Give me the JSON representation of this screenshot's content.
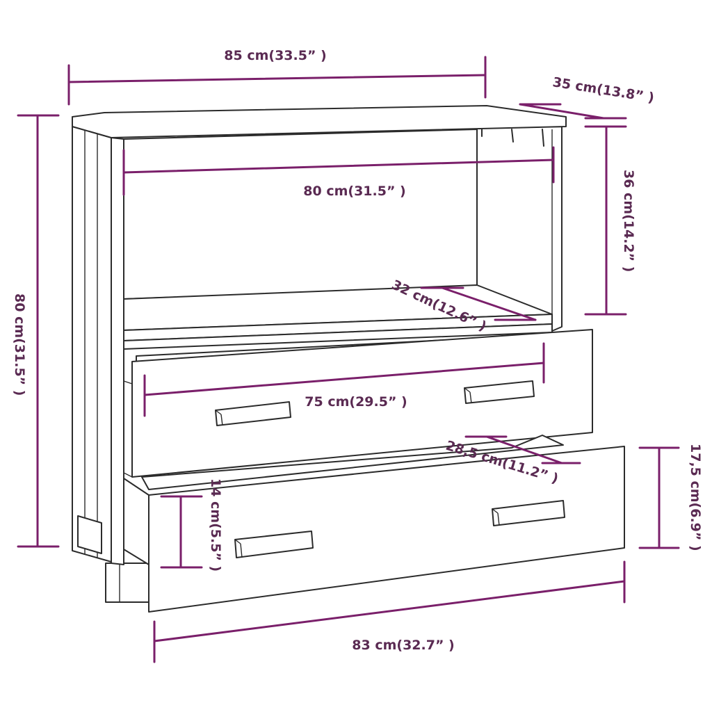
{
  "colors": {
    "dimension": "#7a1f6a",
    "label": "#5a2a52",
    "outline": "#2b2b2b",
    "background": "#ffffff"
  },
  "dimensions": {
    "overall_width": "85 cm(33.5” )",
    "overall_depth": "35 cm(13.8” )",
    "overall_height": "80 cm(31.5” )",
    "shelf_height": "36 cm(14.2” )",
    "shelf_width": "80 cm(31.5” )",
    "shelf_depth": "32 cm(12.6” )",
    "drawer_inner_width": "75 cm(29.5” )",
    "drawer_depth": "28,5 cm(11.2” )",
    "drawer_inner_height": "14 cm(5.5” )",
    "drawer_front_height": "17,5 cm(6.9” )",
    "drawer_front_width": "83 cm(32.7” )"
  }
}
